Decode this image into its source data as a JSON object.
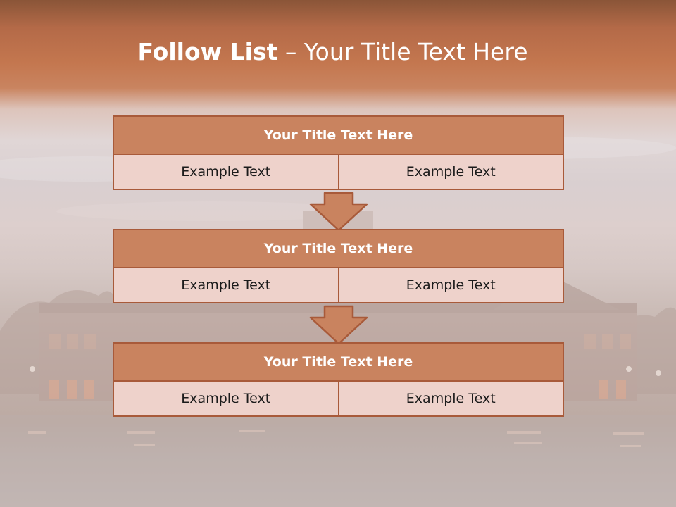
{
  "title": {
    "bold": "Follow List",
    "rest": "– Your Title Text Here"
  },
  "blocks": [
    {
      "header": "Your Title Text Here",
      "left": "Example Text",
      "right": "Example Text"
    },
    {
      "header": "Your Title Text Here",
      "left": "Example Text",
      "right": "Example Text"
    },
    {
      "header": "Your Title Text Here",
      "left": "Example Text",
      "right": "Example Text"
    }
  ],
  "colors": {
    "header_fill": "#c9835f",
    "border": "#a85a3a",
    "cell_fill": "#eed2cb",
    "arrow_fill": "#c9835f"
  },
  "icons": [
    "arrow-down-icon"
  ]
}
